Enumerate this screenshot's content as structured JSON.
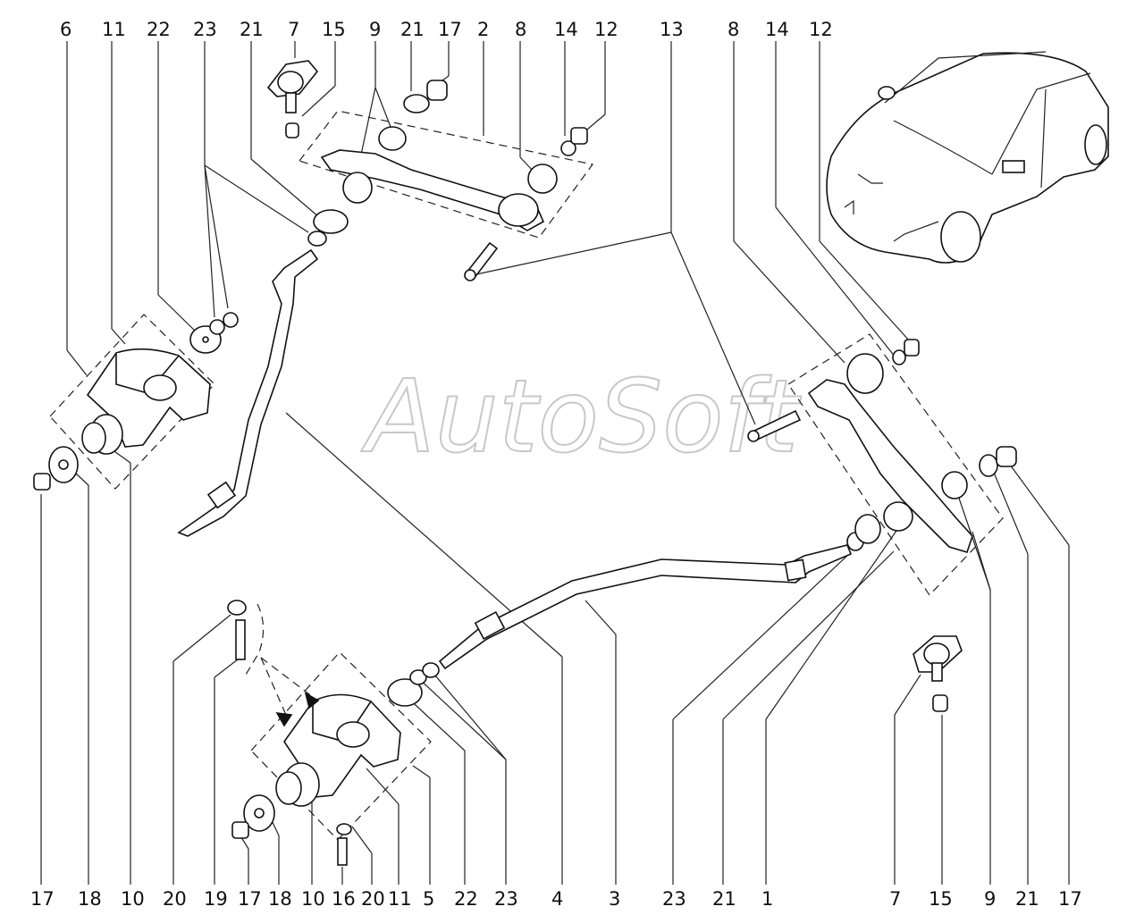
{
  "watermark": "AutoSoft",
  "top_labels": [
    "6",
    "11",
    "22",
    "23",
    "21",
    "7",
    "15",
    "9",
    "21",
    "17",
    "2",
    "8",
    "14",
    "12",
    "13",
    "8",
    "14",
    "12"
  ],
  "bottom_labels": [
    "17",
    "18",
    "10",
    "20",
    "19",
    "17",
    "18",
    "10",
    "16",
    "20",
    "11",
    "5",
    "22",
    "23",
    "4",
    "3",
    "23",
    "21",
    "1",
    "7",
    "15",
    "9",
    "21",
    "17"
  ]
}
